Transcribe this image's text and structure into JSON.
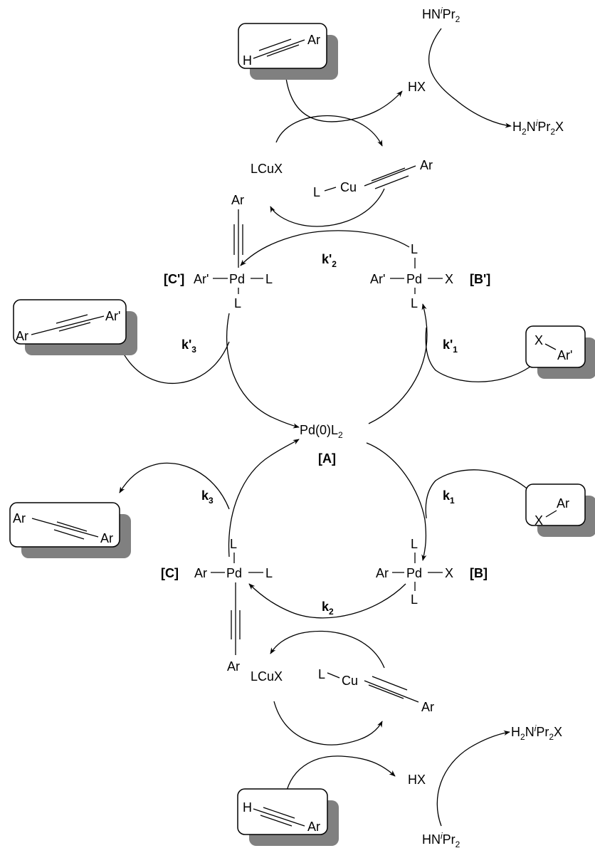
{
  "labels": {
    "HNiPr2": {
      "a": "HN",
      "b": "i",
      "c": "Pr",
      "d": "2"
    },
    "H2NiPr2X": {
      "a": "H",
      "b": "2",
      "c": "N",
      "d": "i",
      "e": "Pr",
      "f": "2",
      "g": "X"
    },
    "HX": "HX",
    "LCuX": "LCuX",
    "L": "L",
    "Cu": "Cu",
    "Ar": "Ar",
    "ArPrime": "Ar'",
    "H": "H",
    "X": "X",
    "Pd": "Pd",
    "Pd0": {
      "a": "Pd(0)L",
      "b": "2"
    },
    "A": "[A]",
    "B": "[B]",
    "C": "[C]",
    "Bp": "[B']",
    "Cp": "[C']",
    "k1": {
      "a": "k",
      "b": "1"
    },
    "k2": {
      "a": "k",
      "b": "2"
    },
    "k3": {
      "a": "k",
      "b": "3"
    },
    "kp1": {
      "a": "k'",
      "b": "1"
    },
    "kp2": {
      "a": "k'",
      "b": "2"
    },
    "kp3": {
      "a": "k'",
      "b": "3"
    }
  }
}
